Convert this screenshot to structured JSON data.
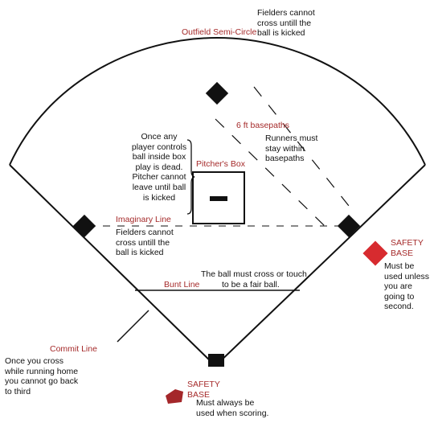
{
  "colors": {
    "line": "#111111",
    "label_red": "#a52a2a",
    "safety_base": "#d72b2f"
  },
  "labels": {
    "outfield": "Outfield Semi-Circle",
    "outfield_note": [
      "Fielders cannot",
      "cross untill the",
      "ball is kicked"
    ],
    "basepaths": "6 ft basepaths",
    "basepaths_note": [
      "Runners must",
      "stay within",
      "basepaths"
    ],
    "pitchers_box": "Pitcher's Box",
    "box_note": [
      "Once any",
      "player controls",
      "ball inside box",
      "play is dead.",
      "Pitcher cannot",
      "leave until ball",
      "is kicked"
    ],
    "imaginary_line": "Imaginary Line",
    "imaginary_note": [
      "Fielders cannot",
      "cross untill the",
      "ball is kicked"
    ],
    "safety_base_first": [
      "SAFETY",
      "BASE"
    ],
    "safety_first_note": [
      "Must be",
      "used unless",
      "you are",
      "going to",
      "second."
    ],
    "bunt_line": "Bunt Line",
    "bunt_note": [
      "The ball must cross or touch",
      "to be a fair ball."
    ],
    "commit_line": "Commit Line",
    "commit_note": [
      "Once you cross",
      "while running home",
      "you cannot go back",
      "to third"
    ],
    "safety_base_home": [
      "SAFETY",
      "BASE"
    ],
    "safety_home_note": [
      "Must always be",
      "used when scoring."
    ]
  }
}
